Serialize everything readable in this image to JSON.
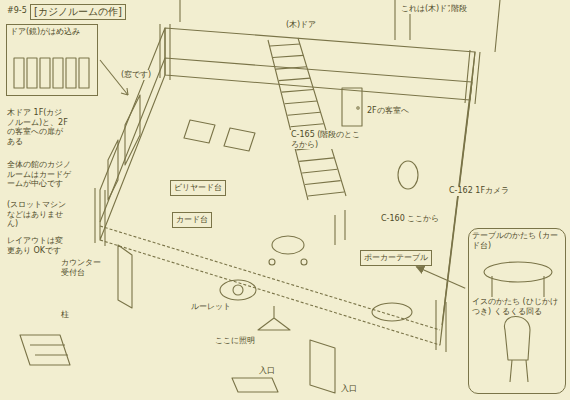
{
  "diagram": {
    "title": "[カジノルームの作]",
    "nodes": [
      {
        "text": [
          "ドア(鏡)がはめ込み"
        ]
      },
      {
        "text": [
          "テーブルのかたち (カード台)",
          "イスのかたち (ひじかけつき) くるくる回る"
        ]
      },
      {
        "text": [
          "ビリヤード台"
        ]
      },
      {
        "text": [
          "カード台"
        ]
      },
      {
        "text": [
          "ポーカーテーブル"
        ]
      }
    ],
    "edges": [
      {
        "from": 1,
        "to": 4,
        "arrow": "to"
      }
    ],
    "labels": [
      "#9-5",
      "木ドア 1F(カジノルーム)と、2Fの客室への扉がある",
      "全体の館のカジノルームはカードゲームが中心です",
      "(スロットマシンなどはありません)",
      "レイアウトは変更あり OKです",
      "(窓です)",
      "(木)ドア",
      "これは(木)ドア",
      "2Fの客室へ",
      "C-165 (階段のところから)",
      "C-160 ここから",
      "C-162 1Fカメラ",
      "カウンター 受付台",
      "柱",
      "ルーレット",
      "ここに照明",
      "入口",
      "入口",
      "階段"
    ]
  }
}
